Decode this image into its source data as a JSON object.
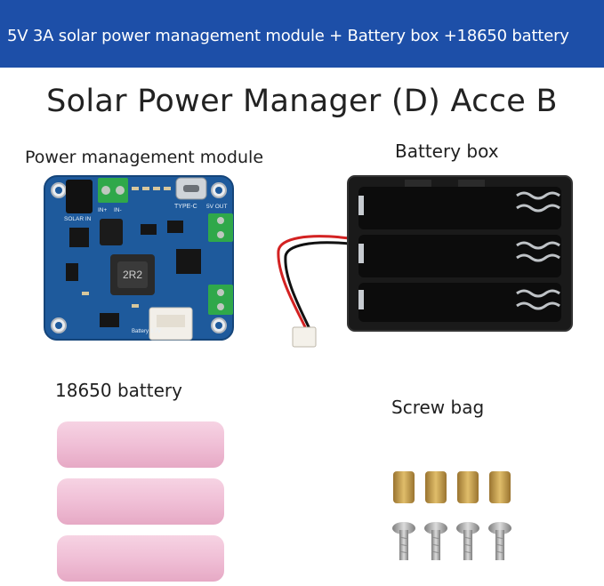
{
  "banner": {
    "text": "5V 3A solar power management module + Battery box +18650 battery"
  },
  "title": "Solar Power Manager (D) Acce B",
  "labels": {
    "power_module": "Power management module",
    "battery_box": "Battery box",
    "battery": "18650 battery",
    "screw_bag": "Screw bag"
  },
  "module_silkscreen": {
    "type_c": "TYPE-C",
    "out": "5V OUT",
    "solar": "SOLAR IN",
    "in_plus": "IN+",
    "in_minus": "IN-",
    "inductor_main": "2R2",
    "battery": "Battery 3.7V"
  },
  "colors": {
    "banner": "#1d4fa8",
    "pcb": "#1e5a9c",
    "terminal": "#2fa84a",
    "battery": "#f0bfd6",
    "holder": "#1a1a1a",
    "brass": "#c9a24a",
    "screw": "#a7a7a7"
  }
}
